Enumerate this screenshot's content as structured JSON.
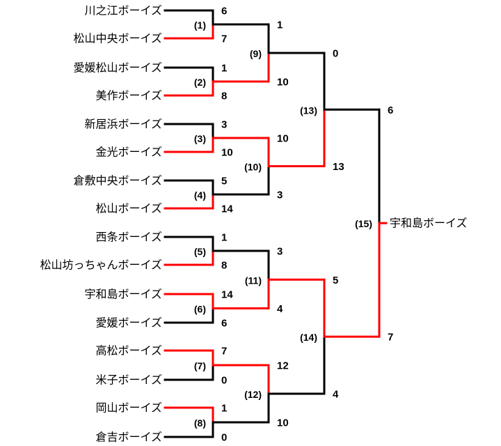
{
  "colors": {
    "winner": "#ff0000",
    "loser": "#000000"
  },
  "teams": [
    "川之江ボーイズ",
    "松山中央ボーイズ",
    "愛媛松山ボーイズ",
    "美作ボーイズ",
    "新居浜ボーイズ",
    "金光ボーイズ",
    "倉敷中央ボーイズ",
    "松山ボーイズ",
    "西条ボーイズ",
    "松山坊っちゃんボーイズ",
    "宇和島ボーイズ",
    "愛媛ボーイズ",
    "高松ボーイズ",
    "米子ボーイズ",
    "岡山ボーイズ",
    "倉吉ボーイズ"
  ],
  "matches": [
    {
      "label": "(1)",
      "round": 1,
      "scores": [
        "6",
        "7"
      ],
      "winner": 1
    },
    {
      "label": "(2)",
      "round": 1,
      "scores": [
        "1",
        "8"
      ],
      "winner": 1
    },
    {
      "label": "(3)",
      "round": 1,
      "scores": [
        "3",
        "10"
      ],
      "winner": 1
    },
    {
      "label": "(4)",
      "round": 1,
      "scores": [
        "5",
        "14"
      ],
      "winner": 1
    },
    {
      "label": "(5)",
      "round": 1,
      "scores": [
        "1",
        "8"
      ],
      "winner": 1
    },
    {
      "label": "(6)",
      "round": 1,
      "scores": [
        "14",
        "6"
      ],
      "winner": 0
    },
    {
      "label": "(7)",
      "round": 1,
      "scores": [
        "7",
        "0"
      ],
      "winner": 0
    },
    {
      "label": "(8)",
      "round": 1,
      "scores": [
        "1",
        "0"
      ],
      "winner": 0
    },
    {
      "label": "(9)",
      "round": 2,
      "scores": [
        "1",
        "10"
      ],
      "winner": 1
    },
    {
      "label": "(10)",
      "round": 2,
      "scores": [
        "10",
        "3"
      ],
      "winner": 0
    },
    {
      "label": "(11)",
      "round": 2,
      "scores": [
        "3",
        "4"
      ],
      "winner": 1
    },
    {
      "label": "(12)",
      "round": 2,
      "scores": [
        "12",
        "10"
      ],
      "winner": 0
    },
    {
      "label": "(13)",
      "round": 3,
      "scores": [
        "0",
        "13"
      ],
      "winner": 1
    },
    {
      "label": "(14)",
      "round": 3,
      "scores": [
        "5",
        "4"
      ],
      "winner": 0
    },
    {
      "label": "(15)",
      "round": 4,
      "scores": [
        "6",
        "7"
      ],
      "winner": 1
    }
  ],
  "champion": "宇和島ボーイズ"
}
